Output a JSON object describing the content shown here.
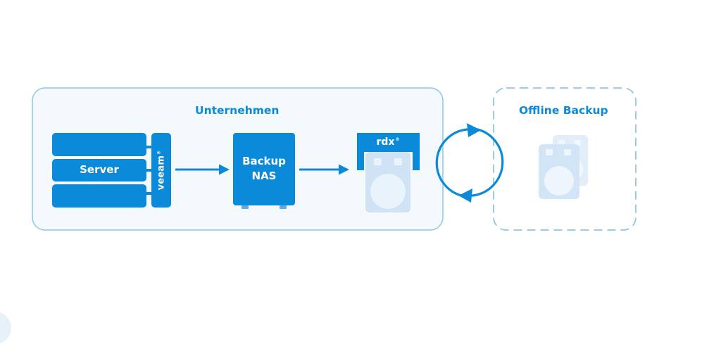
{
  "diagram": {
    "company_label": "Unternehmen",
    "offline_label": "Offline Backup",
    "server_label": "Server",
    "veeam_label": "veeam",
    "trademark_symbol": "®",
    "nas_label_line1": "Backup",
    "nas_label_line2": "NAS",
    "rdx_label": "rdx"
  },
  "colors": {
    "primary_blue": "#0a8ad8",
    "panel_fill": "#f3f9fd",
    "panel_border": "#8fc5e6",
    "cartridge_light": "#cfe3f5",
    "cartridge_faded": "#dbeafa"
  },
  "icons": {
    "server": "server-stack-icon",
    "nas": "nas-box-icon",
    "rdx_drive": "rdx-drive-icon",
    "cartridge": "rdx-cartridge-icon",
    "rotation": "rotation-cycle-icon"
  }
}
